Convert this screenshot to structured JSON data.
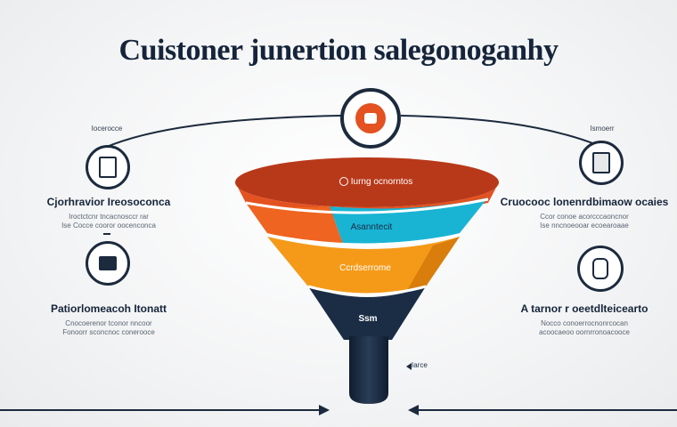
{
  "title": "Cuistoner junertion salegonoganhy",
  "top_icon": "customer-bag-icon",
  "funnel": {
    "stages": [
      {
        "label": "Iurng ocnorntos",
        "color": "#dd4a1b"
      },
      {
        "label": "Asanntecit",
        "color": "#19b4d4"
      },
      {
        "label": "Ccrdserrome",
        "color": "#f28d16"
      },
      {
        "label": "Ssm",
        "color": "#1b2d45"
      }
    ],
    "stem_label": "Iarce"
  },
  "left": [
    {
      "tag": "Iocerocce",
      "icon": "document-icon",
      "heading": "Cjorhravior Ireosoconca",
      "lines": [
        "Iroctctcnr tncacnosccr rar",
        "Ise Cocce cooror oocenconca"
      ]
    },
    {
      "tag": "",
      "icon": "box-icon",
      "heading": "Patiorlomeacoh Itonatt",
      "lines": [
        "Cnocoerenor tconor nncoor",
        "Fonoorr sconcnoc conerooce"
      ]
    }
  ],
  "right": [
    {
      "tag": "Ismoerr",
      "icon": "clipboard-icon",
      "heading": "Cruocooc lonenrdbimaow ocaies",
      "lines": [
        "Ccor conoe acorcccaoncnor",
        "Ise nncnoeooar ecoearoaae"
      ]
    },
    {
      "tag": "",
      "icon": "bag-icon",
      "heading": "A tarnor r oeetdlteicearto",
      "lines": [
        "Nocco conoerrocnonrcocan",
        "acoocaeoo oornrronoacooce"
      ]
    }
  ],
  "colors": {
    "navy": "#1c2a3d",
    "orange_red": "#dd4a1b",
    "cyan": "#19b4d4",
    "amber": "#f28d16"
  }
}
